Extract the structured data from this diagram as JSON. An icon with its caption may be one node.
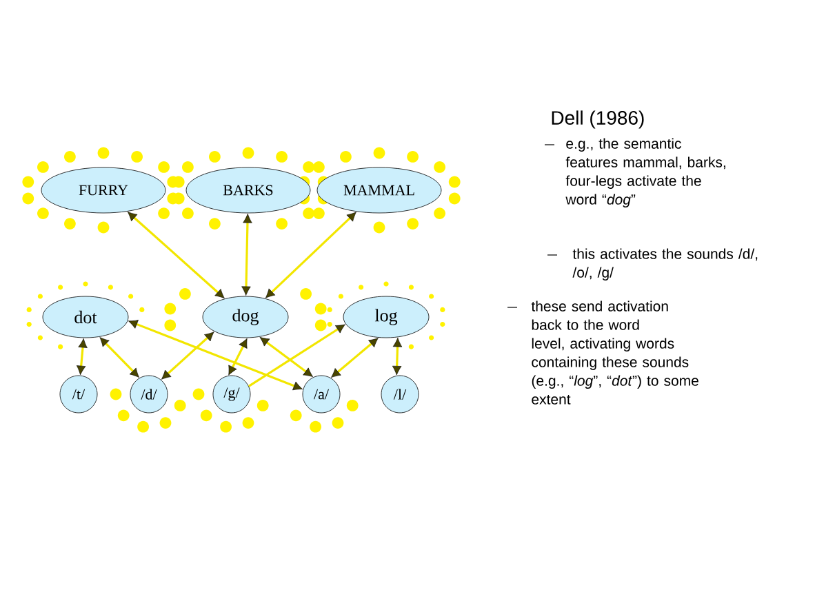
{
  "diagram": {
    "title": "Dell (1986)",
    "nodes": [
      {
        "text": [
          "FURRY"
        ]
      },
      {
        "text": [
          "BARKS"
        ]
      },
      {
        "text": [
          "MAMMAL"
        ]
      },
      {
        "text": [
          "dot"
        ]
      },
      {
        "text": [
          "dog"
        ]
      },
      {
        "text": [
          "log"
        ]
      },
      {
        "text": [
          "/t/"
        ]
      },
      {
        "text": [
          "/d/"
        ]
      },
      {
        "text": [
          "/g/"
        ]
      },
      {
        "text": [
          "/a/"
        ]
      },
      {
        "text": [
          "/l/"
        ]
      }
    ],
    "edges": [
      {
        "from": 4,
        "to": 0,
        "arrow": "both"
      },
      {
        "from": 4,
        "to": 1,
        "arrow": "both"
      },
      {
        "from": 4,
        "to": 2,
        "arrow": "both"
      },
      {
        "from": 3,
        "to": 6,
        "arrow": "both"
      },
      {
        "from": 3,
        "to": 7,
        "arrow": "both"
      },
      {
        "from": 3,
        "to": 9,
        "arrow": "both"
      },
      {
        "from": 4,
        "to": 7,
        "arrow": "both"
      },
      {
        "from": 4,
        "to": 8,
        "arrow": "both"
      },
      {
        "from": 4,
        "to": 9,
        "arrow": "both"
      },
      {
        "from": 8,
        "to": 5,
        "arrow": "to"
      },
      {
        "from": 9,
        "to": 5,
        "arrow": "both"
      },
      {
        "from": 5,
        "to": 10,
        "arrow": "both"
      }
    ],
    "labels": [
      "e.g., the semantic features mammal, barks, four-legs activate the word “*dog*”",
      "this activates the sounds /d/, /o/, /g/",
      "these send activation back to the word level, activating words containing these sounds (e.g., “*log*”, “*dot*”) to some extent"
    ]
  }
}
